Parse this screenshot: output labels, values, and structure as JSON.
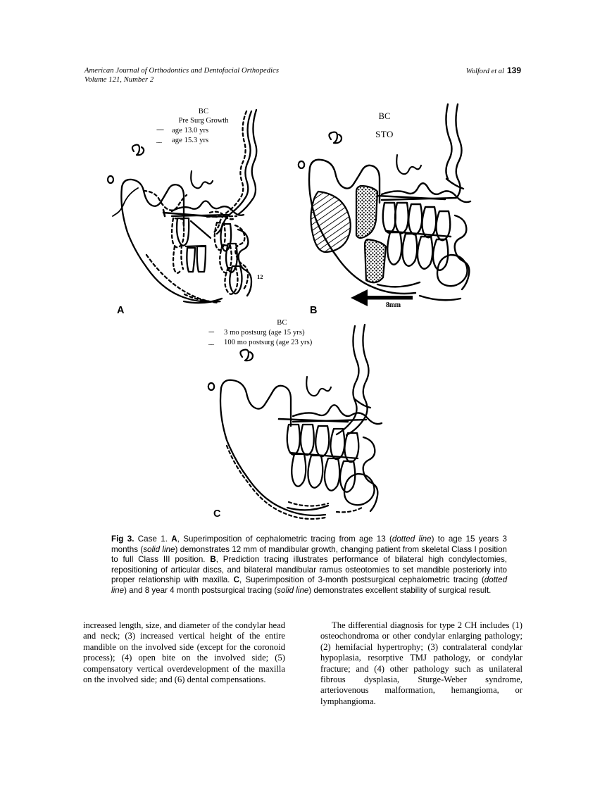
{
  "running_head": {
    "journal": "American Journal of Orthodontics and Dentofacial Orthopedics",
    "volume_word": "Volume",
    "volume_rest": " 121, Number 2",
    "authors": "Wolford et al",
    "page_number": "139"
  },
  "figure": {
    "panels": [
      {
        "letter": "A",
        "legend_title": "BC",
        "legend_subtitle": "Pre Surg Growth",
        "legend_rows": [
          {
            "key": "----",
            "label": "age 13.0 yrs",
            "style": "dotted"
          },
          {
            "key": "__",
            "label": "age 15.3 yrs",
            "style": "solid"
          }
        ],
        "annotations": [
          "12"
        ],
        "landmarks": [
          "sella-marker",
          "orbitale-marker"
        ]
      },
      {
        "letter": "B",
        "legend_title": "BC",
        "legend_subtitle": "STO",
        "legend_rows": [],
        "annotations": [
          "8mm"
        ],
        "landmarks": [
          "sella-marker",
          "orbitale-marker"
        ]
      },
      {
        "letter": "C",
        "legend_title": "BC",
        "legend_subtitle": "",
        "legend_rows": [
          {
            "key": "---",
            "label": "3 mo postsurg (age 15 yrs)",
            "style": "dotted"
          },
          {
            "key": "__",
            "label": "100 mo postsurg (age 23 yrs)",
            "style": "solid"
          }
        ],
        "annotations": [],
        "landmarks": [
          "sella-marker",
          "orbitale-marker"
        ]
      }
    ],
    "caption": {
      "label": "Fig 3.",
      "text_runs": [
        {
          "t": " Case 1. ",
          "s": "normal"
        },
        {
          "t": "A",
          "s": "bold"
        },
        {
          "t": ", Superimposition of cephalometric tracing from age 13 (",
          "s": "normal"
        },
        {
          "t": "dotted line",
          "s": "italic"
        },
        {
          "t": ") to age 15 years 3 months (",
          "s": "normal"
        },
        {
          "t": "solid line",
          "s": "italic"
        },
        {
          "t": ") demonstrates 12 mm of mandibular growth, changing patient from skeletal Class I position to full Class III position. ",
          "s": "normal"
        },
        {
          "t": "B",
          "s": "bold"
        },
        {
          "t": ", Prediction tracing illustrates performance of bilateral high condylectomies, repositioning of articular discs, and bilateral mandibular ramus osteotomies to set mandible posteriorly into proper relationship with maxilla. ",
          "s": "normal"
        },
        {
          "t": "C",
          "s": "bold"
        },
        {
          "t": ", Superimposition of 3-month postsurgical cephalometric tracing (",
          "s": "normal"
        },
        {
          "t": "dotted line",
          "s": "italic"
        },
        {
          "t": ") and 8 year 4 month postsurgical tracing (",
          "s": "normal"
        },
        {
          "t": "solid line",
          "s": "italic"
        },
        {
          "t": ") demonstrates excellent stability of surgical result.",
          "s": "normal"
        }
      ]
    }
  },
  "body": {
    "left_column": "increased length, size, and diameter of the condylar head and neck; (3) increased vertical height of the entire mandible on the involved side (except for the coronoid process); (4) open bite on the involved side; (5) compensatory vertical overdevelopment of the maxilla on the involved side; and (6) dental compensations.",
    "right_column": "The differential diagnosis for type 2 CH includes (1) osteochondroma or other condylar enlarging pathology; (2) hemifacial hypertrophy; (3) contralateral condylar hypoplasia, resorptive TMJ pathology, or condylar fracture; and (4) other pathology such as unilateral fibrous dysplasia, Sturge-Weber syndrome, arteriovenous malformation, hemangioma, or lymphangioma."
  },
  "colors": {
    "ink": "#000000",
    "page": "#ffffff"
  }
}
